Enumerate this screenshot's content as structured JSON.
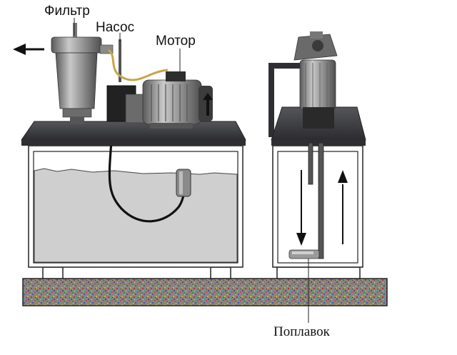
{
  "labels": {
    "filter": "Фильтр",
    "pump": "Насос",
    "motor": "Мотор",
    "float": "Поплавок"
  },
  "colors": {
    "table_top": "#3b3b3e",
    "frame": "#f4f4f4",
    "oil": "#cfcfcf",
    "metal": "#8c8c8c",
    "metal_dark": "#4a4a4a",
    "floor": "#8a8478",
    "arrow": "#111111"
  }
}
